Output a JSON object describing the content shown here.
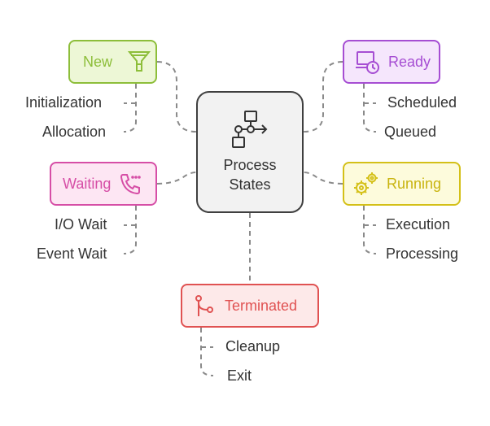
{
  "center": {
    "title_line1": "Process",
    "title_line2": "States",
    "icon": "flowchart-icon"
  },
  "states": {
    "new": {
      "label": "New",
      "icon": "funnel-icon",
      "color": "#8dbe3a",
      "fill": "#edf7d6",
      "items": [
        "Initialization",
        "Allocation"
      ]
    },
    "ready": {
      "label": "Ready",
      "icon": "laptop-clock-icon",
      "color": "#a64ed3",
      "fill": "#f5e6fc",
      "items": [
        "Scheduled",
        "Queued"
      ]
    },
    "waiting": {
      "label": "Waiting",
      "icon": "phone-waiting-icon",
      "color": "#d64ea6",
      "fill": "#fde6f3",
      "items": [
        "I/O Wait",
        "Event Wait"
      ]
    },
    "running": {
      "label": "Running",
      "icon": "gears-icon",
      "color": "#d4c018",
      "fill": "#fdfbdc",
      "items": [
        "Execution",
        "Processing"
      ]
    },
    "terminated": {
      "label": "Terminated",
      "icon": "git-branch-icon",
      "color": "#e05252",
      "fill": "#fde9e9",
      "items": [
        "Cleanup",
        "Exit"
      ]
    }
  }
}
